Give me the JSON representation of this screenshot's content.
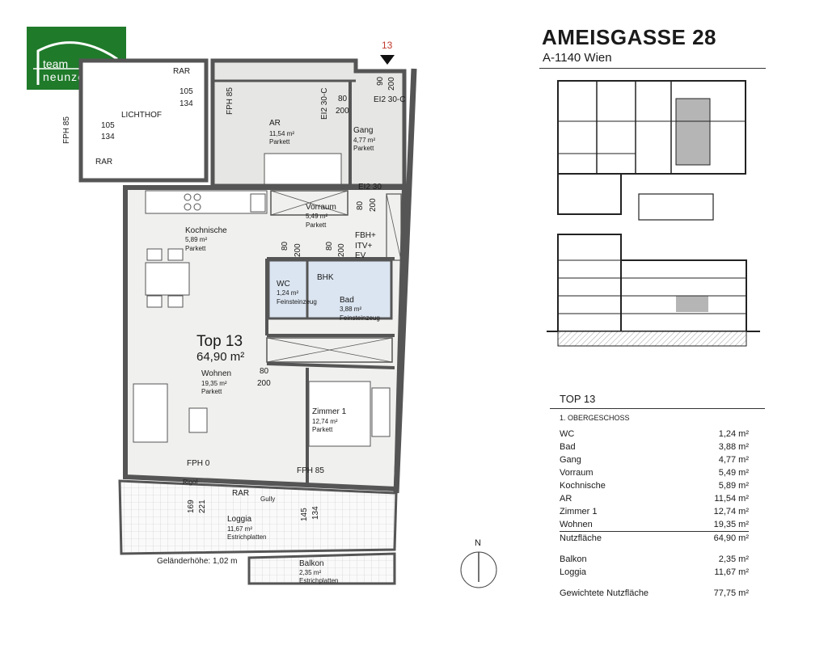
{
  "logo": {
    "line1": "team",
    "line2": "neunzehn",
    "color": "#1f7a2a"
  },
  "header": {
    "title": "AMEISGASSE 28",
    "subtitle": "A-1140 Wien"
  },
  "plan": {
    "marker": "13",
    "unit_title": "Top 13",
    "unit_area": "64,90 m²",
    "rooms": {
      "ar": {
        "name": "AR",
        "area": "11,54 m²",
        "floor": "Parkett"
      },
      "gang": {
        "name": "Gang",
        "area": "4,77 m²",
        "floor": "Parkett"
      },
      "vorraum": {
        "name": "Vorraum",
        "area": "5,49 m²",
        "floor": "Parkett"
      },
      "kochnische": {
        "name": "Kochnische",
        "area": "5,89 m²",
        "floor": "Parkett"
      },
      "wc": {
        "name": "WC",
        "area": "1,24 m²",
        "floor": "Feinsteinzeug"
      },
      "bad": {
        "name": "Bad",
        "area": "3,88 m²",
        "floor": "Feinsteinzeug"
      },
      "wohnen": {
        "name": "Wohnen",
        "area": "19,35 m²",
        "floor": "Parkett"
      },
      "zimmer1": {
        "name": "Zimmer 1",
        "area": "12,74 m²",
        "floor": "Parkett"
      },
      "loggia": {
        "name": "Loggia",
        "area": "11,67 m²",
        "floor": "Estrichplatten"
      },
      "balkon": {
        "name": "Balkon",
        "area": "2,35 m²",
        "floor": "Estrichplatten"
      }
    },
    "labels": {
      "lichthof": "LICHTHOF",
      "rar1": "RAR",
      "rar2": "RAR",
      "rar3": "RAR",
      "fph85_left": "FPH 85",
      "fph85_ar": "FPH 85",
      "w1a": "105",
      "w1b": "134",
      "w2a": "105",
      "w2b": "134",
      "d_ar_a": "80",
      "d_ar_b": "200",
      "ei30c_left": "EI2 30-C",
      "d_top_a": "90",
      "d_top_b": "200",
      "ei30c_right": "EI2 30-C",
      "ei30": "EI2 30",
      "d_entry_a": "80",
      "d_entry_b": "200",
      "d_wc_a": "80",
      "d_wc_b": "200",
      "d_bad_a": "80",
      "d_bad_b": "200",
      "fbh": "FBH+",
      "itv": "ITV+",
      "ev": "EV",
      "bhk": "BHK",
      "d_zim_a": "80",
      "d_zim_b": "200",
      "fph0": "FPH 0",
      "fph85_zim": "FPH 85",
      "rigol": "Rigol",
      "gully": "Gully",
      "l169": "169",
      "l221": "221",
      "l145": "145",
      "l134": "134",
      "railing": "Geländerhöhe: 1,02 m",
      "north": "N"
    }
  },
  "table": {
    "title": "TOP 13",
    "subtitle": "1. OBERGESCHOSS",
    "rows": [
      {
        "label": "WC",
        "value": "1,24 m²"
      },
      {
        "label": "Bad",
        "value": "3,88 m²"
      },
      {
        "label": "Gang",
        "value": "4,77 m²"
      },
      {
        "label": "Vorraum",
        "value": "5,49 m²"
      },
      {
        "label": "Kochnische",
        "value": "5,89 m²"
      },
      {
        "label": "AR",
        "value": "11,54 m²"
      },
      {
        "label": "Zimmer 1",
        "value": "12,74 m²"
      },
      {
        "label": "Wohnen",
        "value": "19,35 m²"
      }
    ],
    "nutzflaeche": {
      "label": "Nutzfläche",
      "value": "64,90 m²"
    },
    "outdoor": [
      {
        "label": "Balkon",
        "value": "2,35 m²"
      },
      {
        "label": "Loggia",
        "value": "11,67 m²"
      }
    ],
    "gewichtet": {
      "label": "Gewichtete Nutzfläche",
      "value": "77,75 m²"
    }
  },
  "colors": {
    "wall": "#555555",
    "floor": "#f0f0ee",
    "wet": "#dbe5f1",
    "highlight": "#b5b5b5"
  }
}
